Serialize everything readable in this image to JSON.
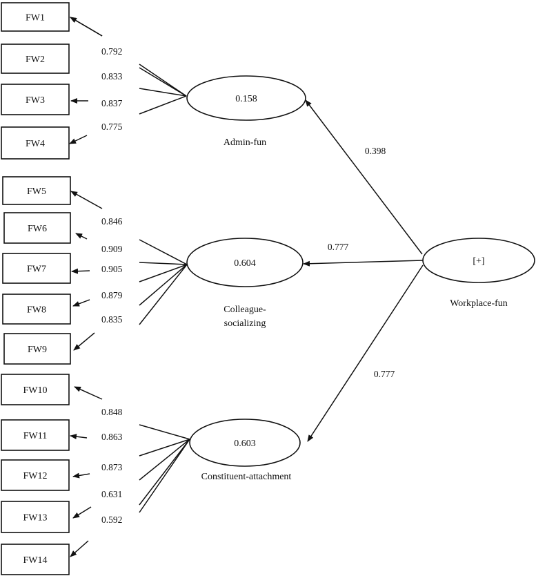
{
  "indicators": [
    "FW1",
    "FW2",
    "FW3",
    "FW4",
    "FW5",
    "FW6",
    "FW7",
    "FW8",
    "FW9",
    "FW10",
    "FW11",
    "FW12",
    "FW13",
    "FW14"
  ],
  "constructs": {
    "admin": {
      "r2": "0.158",
      "label": [
        "Admin-fun"
      ],
      "loadings": [
        "0.792",
        "0.833",
        "0.837",
        "0.775"
      ]
    },
    "colleague": {
      "r2": "0.604",
      "label": [
        "Colleague-",
        "socializing"
      ],
      "loadings": [
        "0.846",
        "0.909",
        "0.905",
        "0.879",
        "0.835"
      ]
    },
    "constituent": {
      "r2": "0.603",
      "label": [
        "Constituent-attachment"
      ],
      "loadings": [
        "0.848",
        "0.863",
        "0.873",
        "0.631",
        "0.592"
      ]
    }
  },
  "higher_order": {
    "value": "[+]",
    "label": "Workplace-fun"
  },
  "paths": {
    "admin": "0.398",
    "colleague": "0.777",
    "constituent": "0.777"
  },
  "colors": {
    "stroke": "#111111",
    "background": "#ffffff"
  }
}
